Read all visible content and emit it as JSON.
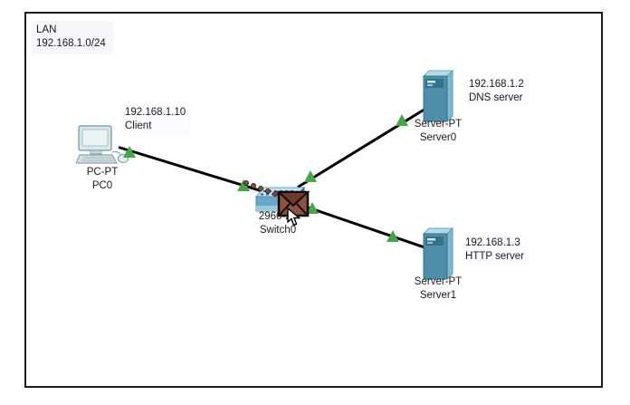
{
  "workspace": {
    "note": {
      "line1": "LAN",
      "line2": "192.168.1.0/24"
    },
    "devices": {
      "pc0": {
        "ip": "192.168.1.10",
        "role": "Client",
        "model": "PC-PT",
        "name": "PC0"
      },
      "switch0": {
        "model": "2960-24",
        "name": "Switch0"
      },
      "server0": {
        "ip": "192.168.1.2",
        "role": "DNS server",
        "model": "Server-PT",
        "name": "Server0"
      },
      "server1": {
        "ip": "192.168.1.3",
        "role": "HTTP server",
        "model": "Server-PT",
        "name": "Server1"
      }
    },
    "links": [
      {
        "from": "PC0",
        "to": "Switch0"
      },
      {
        "from": "Switch0",
        "to": "Server0"
      },
      {
        "from": "Switch0",
        "to": "Server1"
      }
    ],
    "colors": {
      "link": "#000000",
      "status_arrow": "#46a546",
      "packet_envelope": "#8a5345",
      "packet_trail_dot": "#7d4b4b",
      "note_background": "#f6f7fb",
      "workspace_border": "#1c1c1c",
      "device_blue": "#4d8fa9"
    }
  }
}
